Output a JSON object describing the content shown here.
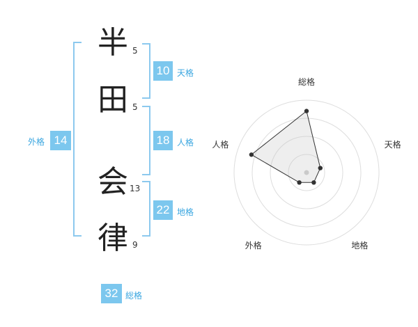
{
  "name": {
    "characters": [
      {
        "char": "半",
        "strokes": "5"
      },
      {
        "char": "田",
        "strokes": "5"
      },
      {
        "char": "会",
        "strokes": "13"
      },
      {
        "char": "律",
        "strokes": "9"
      }
    ]
  },
  "scores": {
    "tenkaku": {
      "value": "10",
      "label": "天格"
    },
    "jinkaku": {
      "value": "18",
      "label": "人格"
    },
    "chikaku": {
      "value": "22",
      "label": "地格"
    },
    "gaikaku": {
      "value": "14",
      "label": "外格"
    },
    "soukaku": {
      "value": "32",
      "label": "総格"
    }
  },
  "colors": {
    "accent": "#7cc7ee",
    "label": "#3aa6e0",
    "bracket": "#8cc9ee"
  },
  "chart_data": {
    "type": "radar",
    "axes": [
      "総格",
      "天格",
      "地格",
      "外格",
      "人格"
    ],
    "values": [
      0.85,
      0.2,
      0.17,
      0.17,
      0.8
    ],
    "rmax": 1,
    "rings": 4
  }
}
